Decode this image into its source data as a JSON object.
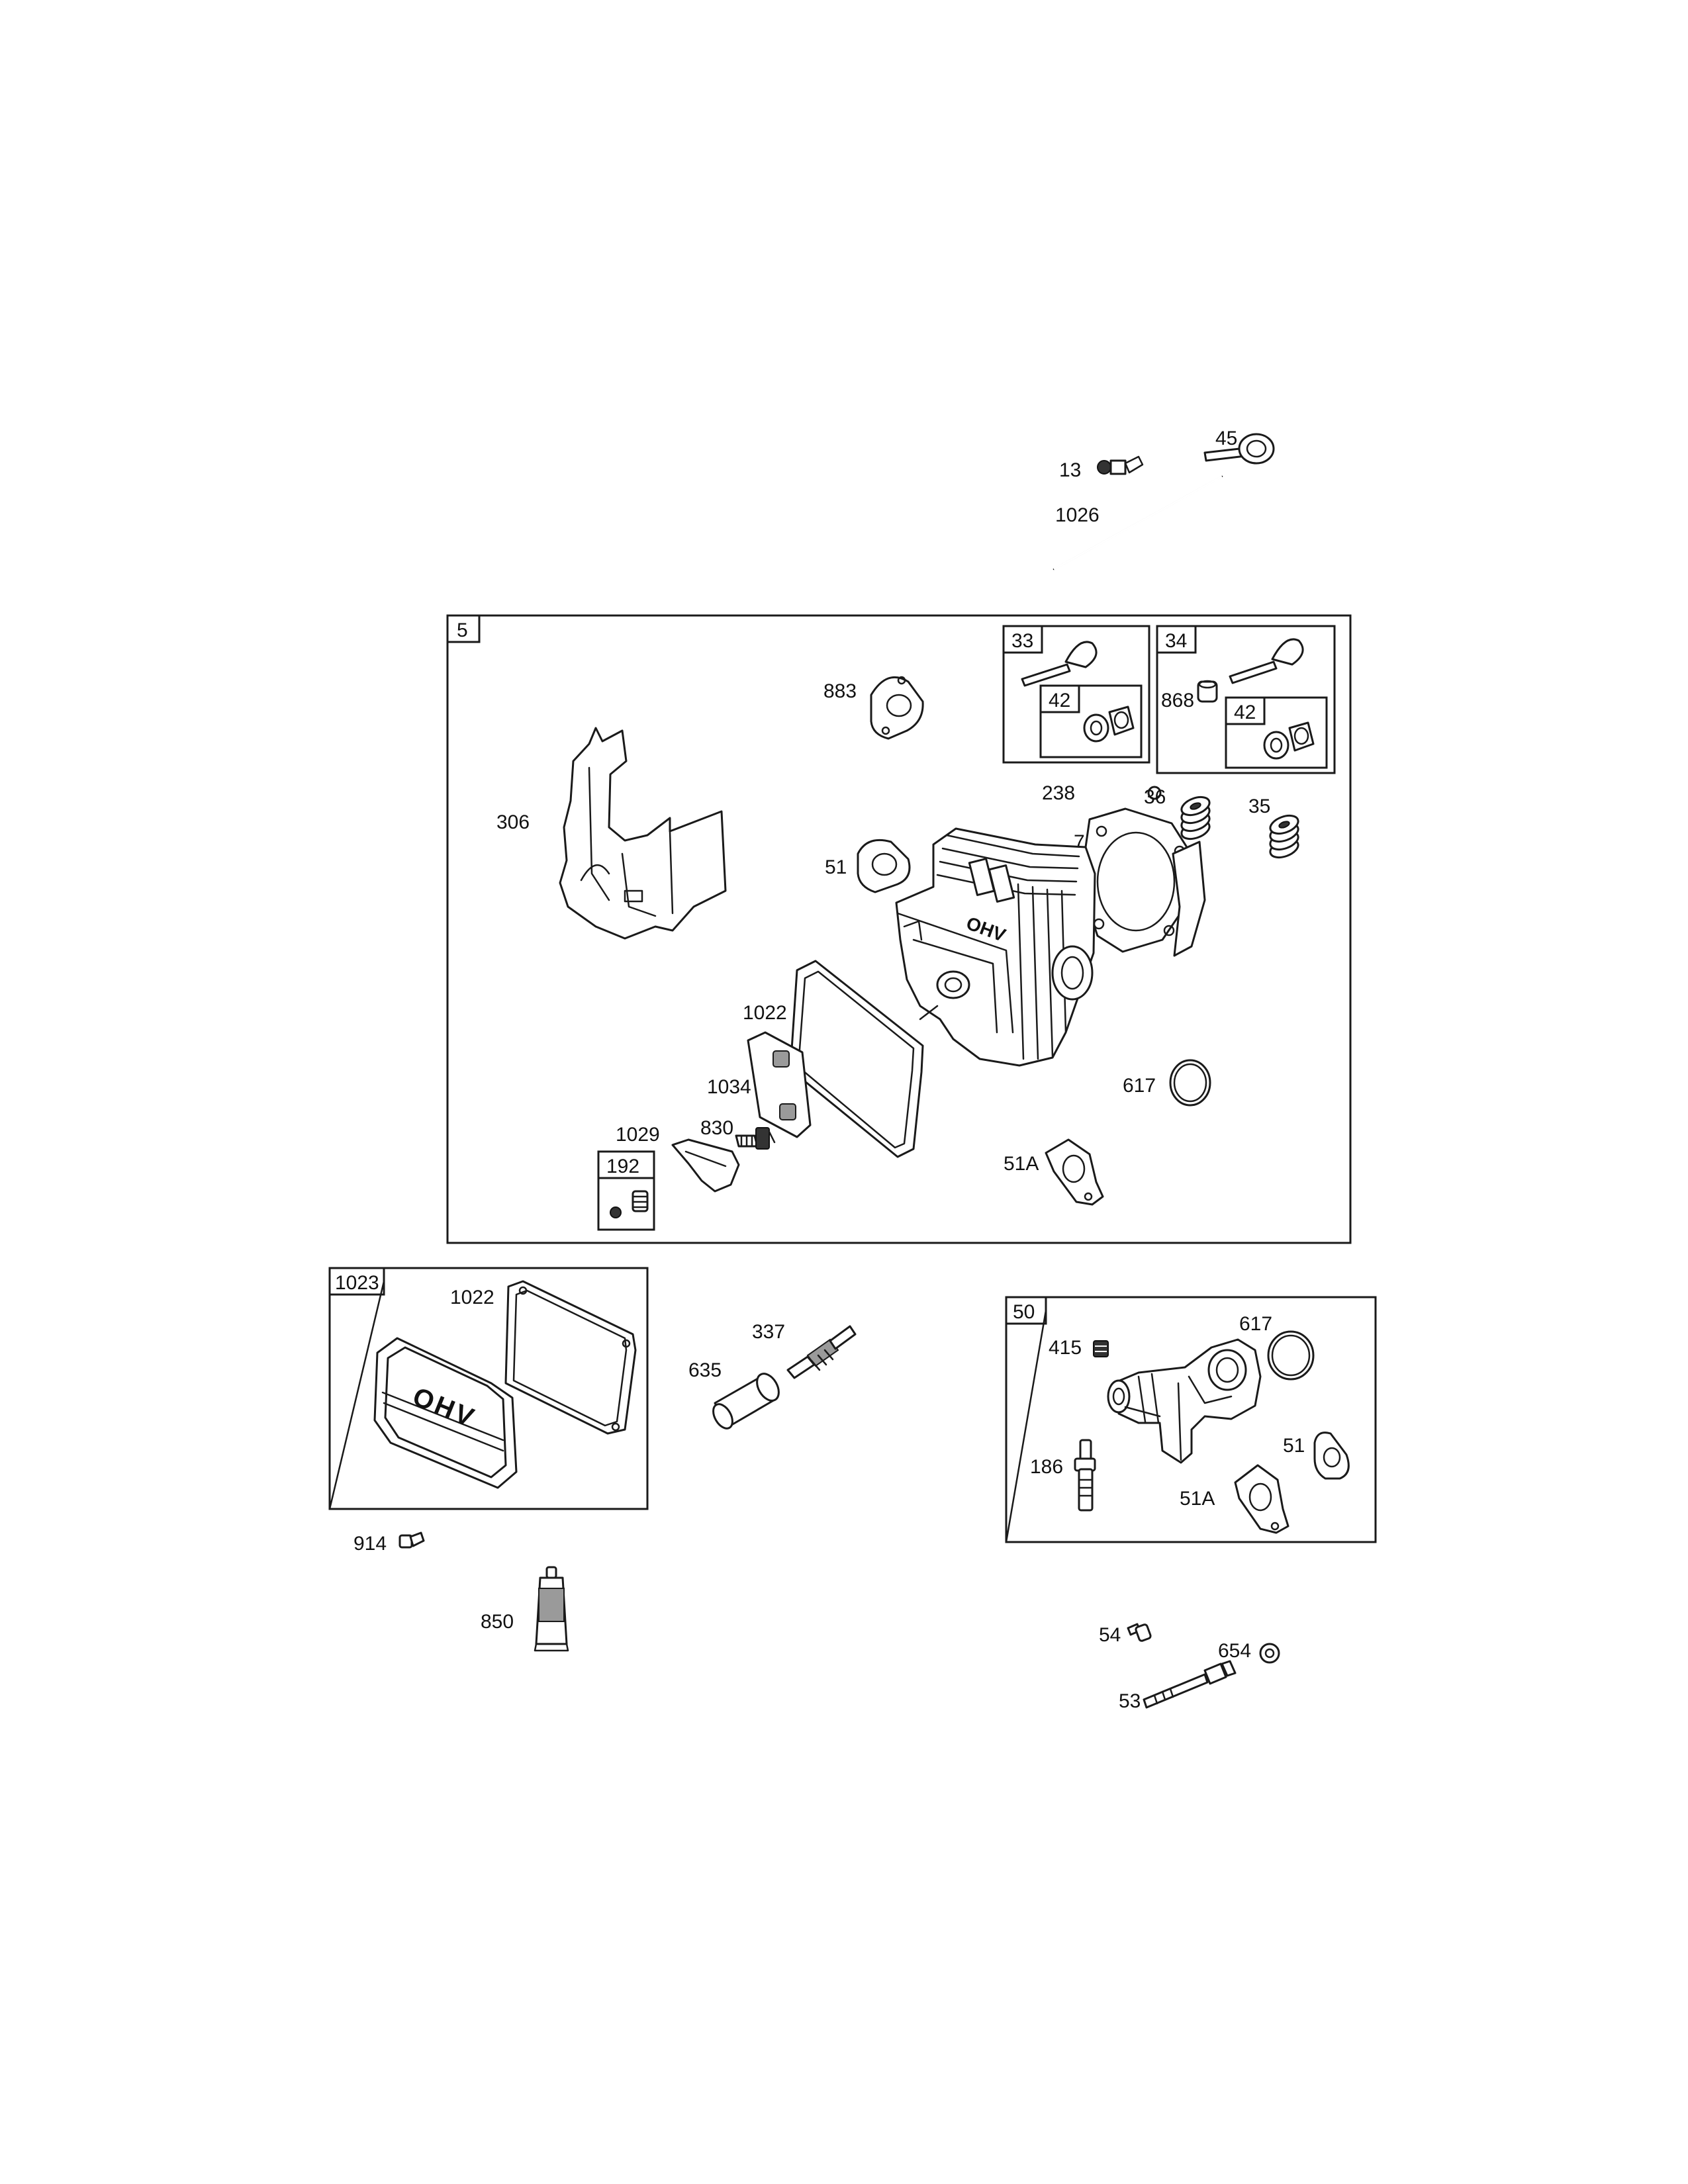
{
  "labels": {
    "p13": "13",
    "p45": "45",
    "p1026": "1026",
    "p883": "883",
    "p306": "306",
    "p238": "238",
    "p36": "36",
    "p35": "35",
    "p7": "7",
    "p51": "51",
    "p868": "868",
    "p1022a": "1022",
    "p1034": "1034",
    "p617a": "617",
    "p1029": "1029",
    "p830": "830",
    "p51Aa": "51A",
    "p1022b": "1022",
    "p337": "337",
    "p635": "635",
    "p415": "415",
    "p617b": "617",
    "p186": "186",
    "p51b": "51",
    "p51Ab": "51A",
    "p914": "914",
    "p850": "850",
    "p54": "54",
    "p654": "654",
    "p53": "53"
  },
  "boxes": {
    "b5": "5",
    "b33": "33",
    "b34": "34",
    "b42a": "42",
    "b42b": "42",
    "b192": "192",
    "b1023": "1023",
    "b50": "50"
  },
  "logo_text": "OHV"
}
